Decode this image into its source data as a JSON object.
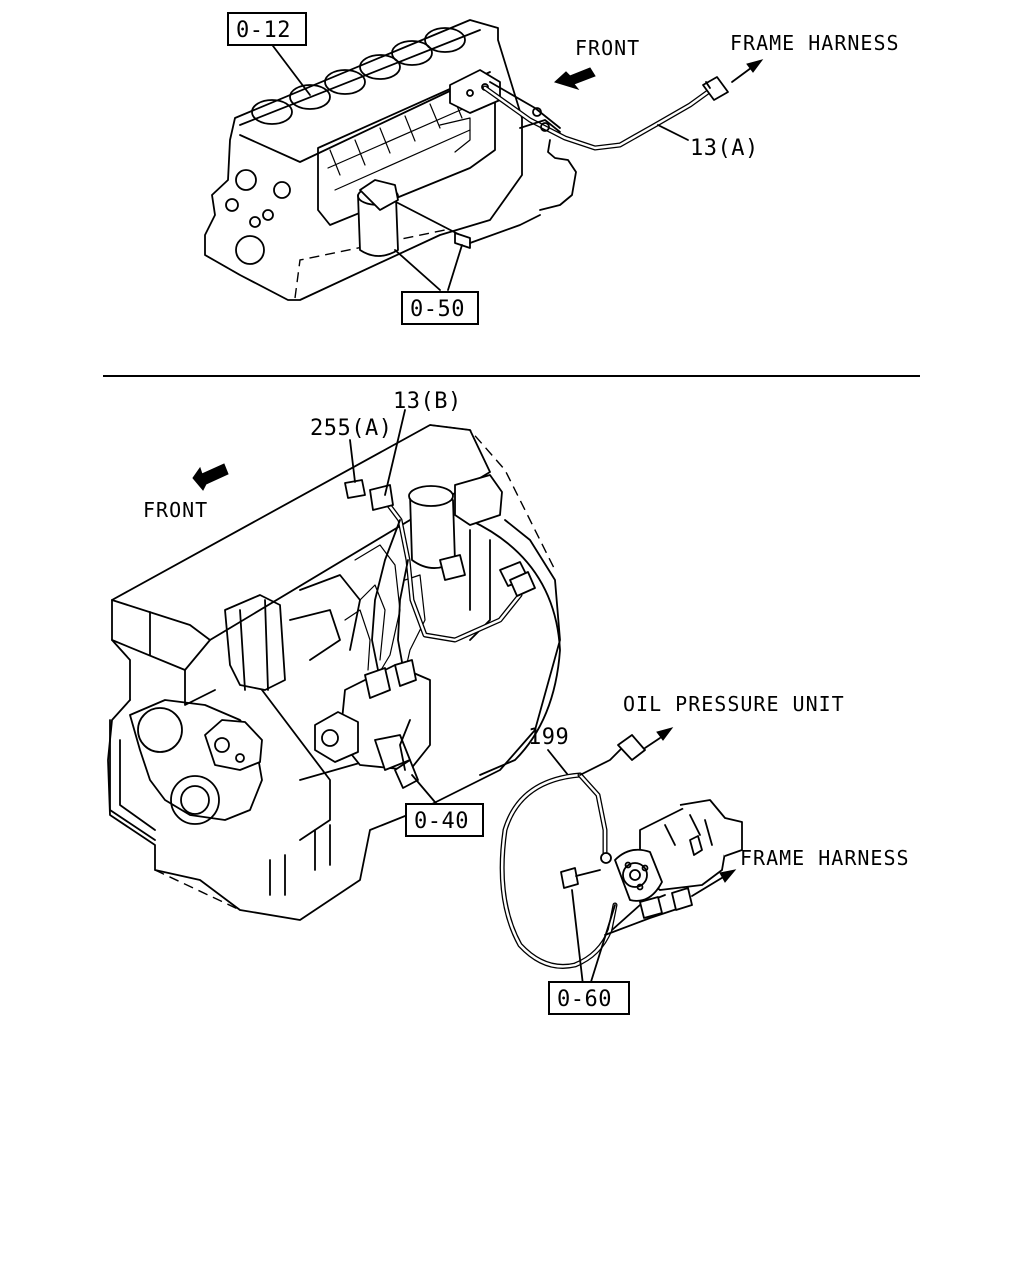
{
  "top_view": {
    "ref_engine_block": "0-12",
    "ref_sensor_bolts": "0-50",
    "label_front": "FRONT",
    "label_frame_harness": "FRAME HARNESS",
    "part_harness": "13(A)"
  },
  "bottom_view": {
    "label_front": "FRONT",
    "part_harness_b": "13(B)",
    "part_255a": "255(A)",
    "ref_injection_pump": "0-40",
    "label_oil_pressure_unit": "OIL PRESSURE UNIT",
    "part_cable": "199",
    "label_frame_harness": "FRAME HARNESS",
    "ref_starter": "0-60"
  }
}
